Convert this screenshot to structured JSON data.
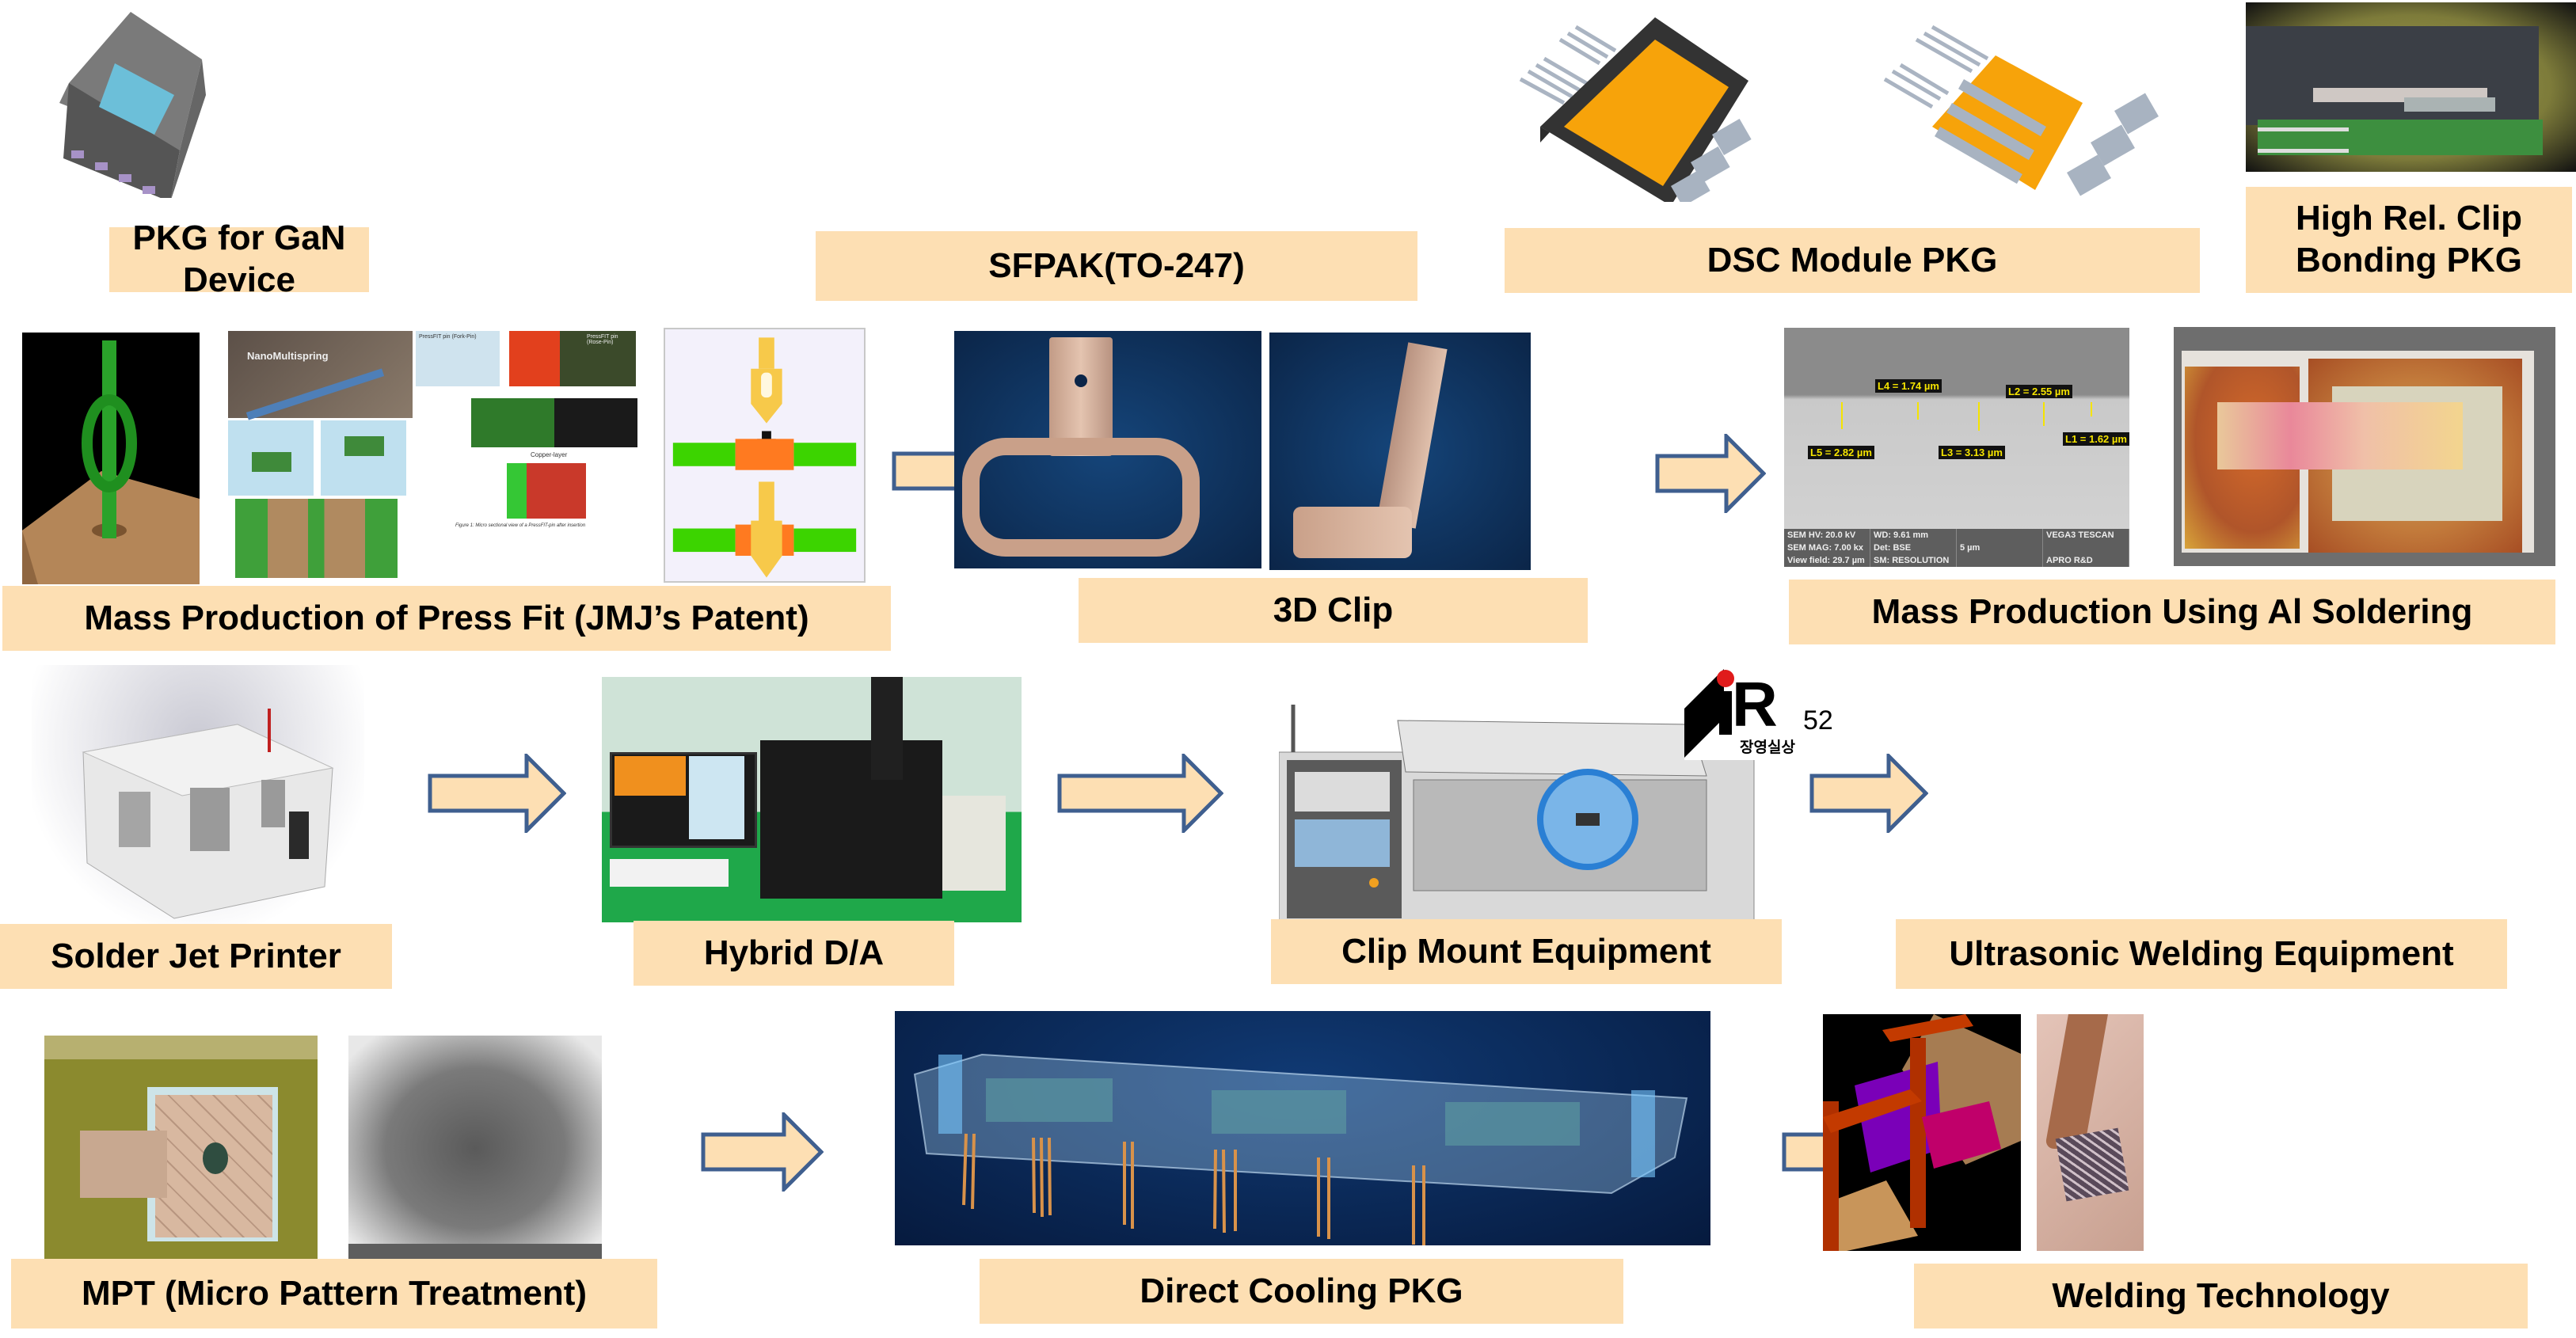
{
  "colors": {
    "label_bg": "#fddfb3",
    "arrow_fill": "#fddfb3",
    "arrow_stroke": "#3f5f8f",
    "text": "#000000"
  },
  "row1": {
    "gan_pkg": {
      "label": "PKG for GaN Device",
      "icon": "gan-package-render"
    },
    "sfpak": {
      "label": "SFPAK(TO-247)",
      "icon": "blank"
    },
    "dsc_module": {
      "label": "DSC Module PKG",
      "icon": "dsc-module-render"
    },
    "high_rel_clip": {
      "label_line1": "High Rel. Clip",
      "label_line2": "Bonding PKG",
      "icon": "cross-section-photo"
    }
  },
  "row2": {
    "press_fit": {
      "label": "Mass Production of Press Fit (JMJ’s Patent)",
      "collage_texts": {
        "nano": "NanoMultispring",
        "fork": "PressFIT pin (Fork-Pin)",
        "rose": "PressFIT pin (Rose-Pin)",
        "copper": "Copper-layer",
        "figure": "Figure 1: Micro sectional view of a PressFIT-pin after insertion"
      }
    },
    "clip_3d": {
      "label": "3D Clip"
    },
    "al_soldering": {
      "label": "Mass Production Using Al Soldering",
      "sem_measurements": [
        {
          "name": "L4",
          "text": "L4 = 1.74 µm"
        },
        {
          "name": "L2",
          "text": "L2 = 2.55 µm"
        },
        {
          "name": "L1",
          "text": "L1 = 1.62 µm"
        },
        {
          "name": "L5",
          "text": "L5 = 2.82 µm"
        },
        {
          "name": "L3",
          "text": "L3 = 3.13 µm"
        }
      ],
      "sem_info": [
        "SEM HV: 20.0 kV",
        "WD: 9.61 mm",
        "",
        "VEGA3 TESCAN",
        "SEM MAG: 7.00 kx",
        "Det: BSE",
        "5 µm",
        "",
        "View field: 29.7 µm",
        "SM: RESOLUTION",
        "",
        "APRO R&D"
      ]
    }
  },
  "row3": {
    "solder_jet": {
      "label": "Solder Jet Printer"
    },
    "hybrid_da": {
      "label": "Hybrid D/A"
    },
    "clip_mount": {
      "label": "Clip Mount Equipment"
    },
    "award_badge": {
      "brand": "R",
      "number": "52",
      "korean": "장영실상"
    },
    "ultrasonic": {
      "label": "Ultrasonic Welding Equipment"
    }
  },
  "row4": {
    "mpt": {
      "label": "MPT (Micro Pattern Treatment)"
    },
    "direct_cooling": {
      "label": "Direct Cooling PKG"
    },
    "welding": {
      "label": "Welding Technology"
    }
  }
}
